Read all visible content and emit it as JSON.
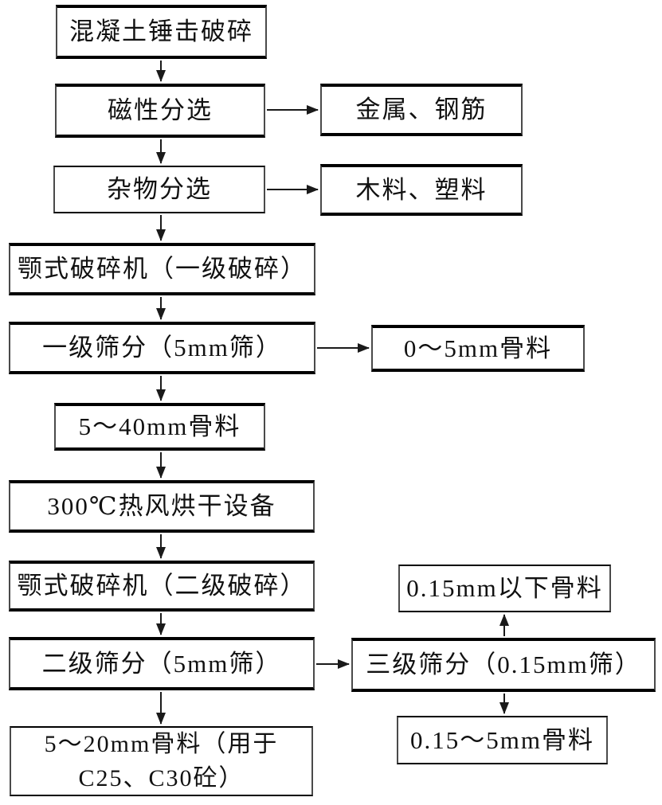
{
  "diagram": {
    "type": "flowchart",
    "description": "recycled concrete aggregate processing flow",
    "colors": {
      "box_fill": "#ffffff",
      "box_border": "#000000",
      "text": "#111111",
      "arrow": "#1a1a1a"
    },
    "nodes": {
      "hammer_crush": {
        "label": "混凝土锤击破碎"
      },
      "magnetic_sep": {
        "label": "磁性分选"
      },
      "metal_rebar": {
        "label": "金属、钢筋"
      },
      "debris_sep": {
        "label": "杂物分选"
      },
      "wood_plastic": {
        "label": "木料、塑料"
      },
      "jaw_crusher_1": {
        "label": "颚式破碎机（一级破碎）"
      },
      "screen_1": {
        "label": "一级筛分（5mm筛）"
      },
      "agg_0_5": {
        "label": "0～5mm骨料"
      },
      "agg_5_40": {
        "label": "5～40mm骨料"
      },
      "dryer": {
        "label": "300℃热风烘干设备"
      },
      "jaw_crusher_2": {
        "label": "颚式破碎机（二级破碎）"
      },
      "screen_2": {
        "label": "二级筛分（5mm筛）"
      },
      "agg_under_015": {
        "label": "0.15mm以下骨料"
      },
      "screen_3": {
        "label": "三级筛分（0.15mm筛）"
      },
      "agg_015_5": {
        "label": "0.15～5mm骨料"
      },
      "agg_5_20": {
        "label_line1": "5～20mm骨料（用于",
        "label_line2": "C25、C30砼）"
      }
    },
    "edges": [
      {
        "from": "hammer_crush",
        "to": "magnetic_sep",
        "direction": "down"
      },
      {
        "from": "magnetic_sep",
        "to": "metal_rebar",
        "direction": "right"
      },
      {
        "from": "magnetic_sep",
        "to": "debris_sep",
        "direction": "down"
      },
      {
        "from": "debris_sep",
        "to": "wood_plastic",
        "direction": "right"
      },
      {
        "from": "debris_sep",
        "to": "jaw_crusher_1",
        "direction": "down"
      },
      {
        "from": "jaw_crusher_1",
        "to": "screen_1",
        "direction": "down"
      },
      {
        "from": "screen_1",
        "to": "agg_0_5",
        "direction": "right"
      },
      {
        "from": "screen_1",
        "to": "agg_5_40",
        "direction": "down"
      },
      {
        "from": "agg_5_40",
        "to": "dryer",
        "direction": "down"
      },
      {
        "from": "dryer",
        "to": "jaw_crusher_2",
        "direction": "down"
      },
      {
        "from": "jaw_crusher_2",
        "to": "screen_2",
        "direction": "down"
      },
      {
        "from": "screen_2",
        "to": "screen_3",
        "direction": "right"
      },
      {
        "from": "screen_2",
        "to": "agg_5_20",
        "direction": "down"
      },
      {
        "from": "screen_3",
        "to": "agg_under_015",
        "direction": "up"
      },
      {
        "from": "screen_3",
        "to": "agg_015_5",
        "direction": "down"
      }
    ]
  }
}
